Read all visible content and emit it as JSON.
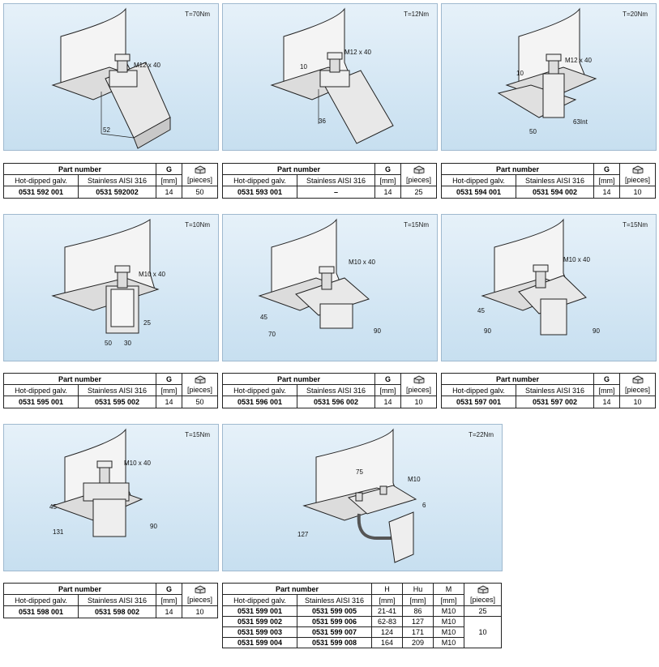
{
  "labels": {
    "part_number": "Part number",
    "hot_dipped": "Hot-dipped galv.",
    "stainless": "Stainless AISI 316",
    "g": "G",
    "mm": "[mm]",
    "pieces": "[pieces]",
    "h": "H",
    "hu": "Hu",
    "m": "M"
  },
  "panels": [
    {
      "torque": "T=70Nm",
      "bolt": "M12 x 40",
      "dims": [
        "52"
      ],
      "row": {
        "hot": "0531 592 001",
        "stain": "0531 592002",
        "g": "14",
        "pcs": "50"
      }
    },
    {
      "torque": "T=12Nm",
      "bolt": "M12 x 40",
      "dims": [
        "10",
        "36"
      ],
      "row": {
        "hot": "0531 593 001",
        "stain": "–",
        "g": "14",
        "pcs": "25"
      }
    },
    {
      "torque": "T=20Nm",
      "bolt": "M12 x 40",
      "dims": [
        "10",
        "50",
        "63Int"
      ],
      "row": {
        "hot": "0531 594 001",
        "stain": "0531 594 002",
        "g": "14",
        "pcs": "10"
      }
    },
    {
      "torque": "T=10Nm",
      "bolt": "M10 x 40",
      "dims": [
        "25",
        "50",
        "30"
      ],
      "row": {
        "hot": "0531 595 001",
        "stain": "0531 595 002",
        "g": "14",
        "pcs": "50"
      }
    },
    {
      "torque": "T=15Nm",
      "bolt": "M10 x 40",
      "dims": [
        "45",
        "70",
        "90"
      ],
      "row": {
        "hot": "0531 596 001",
        "stain": "0531 596 002",
        "g": "14",
        "pcs": "10"
      }
    },
    {
      "torque": "T=15Nm",
      "bolt": "M10 x 40",
      "dims": [
        "45",
        "90",
        "90"
      ],
      "row": {
        "hot": "0531 597 001",
        "stain": "0531 597 002",
        "g": "14",
        "pcs": "10"
      }
    },
    {
      "torque": "T=15Nm",
      "bolt": "M10 x 40",
      "dims": [
        "45",
        "131",
        "90"
      ],
      "row": {
        "hot": "0531 598 001",
        "stain": "0531 598 002",
        "g": "14",
        "pcs": "10"
      }
    },
    {
      "torque": "T=22Nm",
      "bolt": "M10",
      "dims": [
        "75",
        "6",
        "127"
      ],
      "rows": [
        {
          "hot": "0531 599 001",
          "stain": "0531 599 005",
          "h": "21-41",
          "hu": "86",
          "m": "M10",
          "pcs": "25"
        },
        {
          "hot": "0531 599 002",
          "stain": "0531 599 006",
          "h": "62-83",
          "hu": "127",
          "m": "M10"
        },
        {
          "hot": "0531 599 003",
          "stain": "0531 599 007",
          "h": "124",
          "hu": "171",
          "m": "M10"
        },
        {
          "hot": "0531 599 004",
          "stain": "0531 599 008",
          "h": "164",
          "hu": "209",
          "m": "M10"
        }
      ],
      "pcs_group": "10"
    }
  ]
}
